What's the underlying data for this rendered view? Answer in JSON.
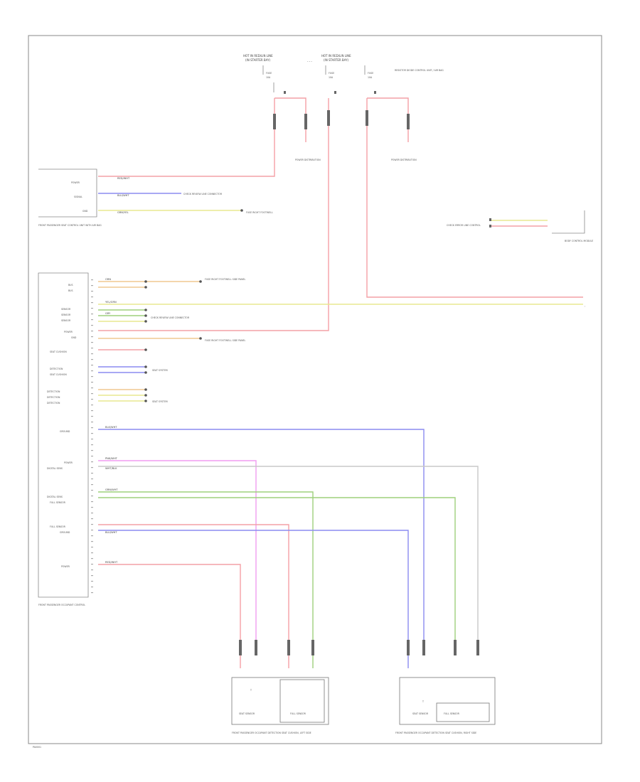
{
  "colors": {
    "red": "#f4a0a6",
    "blue": "#8c8cf0",
    "green": "#9ed07c",
    "yellow": "#e8e890",
    "orange": "#f0c890",
    "pink": "#f09cf0",
    "gray": "#c8c8c8",
    "frame": "#888888"
  },
  "top": {
    "fuse1_hdr": "HOT IN RED/LIN LINE",
    "fuse1_sub": "(IN STARTER BAY)",
    "fuse2_hdr": "HOT IN RED/LIN LINE",
    "fuse2_sub": "(IN STARTER BAY)",
    "fuse1_name": "FUSE",
    "fuse1_amp": "10A",
    "fuse2_name": "FUSE",
    "fuse2_amp": "10A",
    "fuse3_name": "FUSE",
    "fuse3_amp": "10A",
    "fuse3_note": "RESISTOR DIODE CONTROL UNIT / AIR BAG",
    "ground1": "POWER DISTRIBUTION",
    "ground2": "POWER DISTRIBUTION"
  },
  "upper_module": {
    "name": "FRONT PASSENGER SEAT CONTROL UNIT WITH AIR BAG",
    "pins": [
      "POWER",
      "SIGNAL",
      "GND"
    ]
  },
  "upper_right": {
    "label": "CHECK ERROR LINE CONTROL",
    "end": "BODY CONTROL MODULE"
  },
  "main_module": {
    "name": "FRONT PASSENGER OCCUPANT CONTROL",
    "labels": [
      "BUS",
      "BUS",
      "SENSOR",
      "SENSOR",
      "SENSOR",
      "POWER",
      "GND",
      "SEAT CUSHION",
      "DETECTION",
      "SEAT CUSHION",
      "DETECTION",
      "DETECTION",
      "DETECTION",
      "GROUND",
      "POWER",
      "DIGITAL SENS",
      "DIGITAL SENS",
      "FULL SENSOR",
      "FULL SENSOR",
      "GROUND",
      "POWER"
    ]
  },
  "wire_labels": {
    "w1": "RED/WHT",
    "w2": "BLU/WHT",
    "w3": "GRN/YEL",
    "w4": "ORN",
    "w5": "YEL/GRN",
    "w6": "GRY",
    "w7": "BLK/WHT",
    "w8": "PNK/WHT",
    "w9": "WHT/BLK",
    "w10": "GRN/WHT",
    "w11": "BLU/WHT",
    "w12": "RED/WHT"
  },
  "notes": {
    "n1": "CHECK REVIEW LINE CONNECTOR",
    "n2": "FUSE RIGHT FOOTWELL",
    "n3": "FUSE RIGHT FOOTWELL SIDE PANEL",
    "n4": "CHECK REVIEW LINE CONNECTOR",
    "n5": "FUSE RIGHT FOOTWELL SIDE PANEL",
    "n6": "SEAT SYSTEM",
    "n7": "SEAT SYSTEM"
  },
  "bottom": {
    "left_box_title": "FRONT PASSENGER OCCUPANT DETECTION SEAT CUSHION, LEFT SIDE",
    "left_sub1": "SEAT SENSOR",
    "left_sub2": "FULL SENSOR",
    "right_box_title": "FRONT PASSENGER OCCUPANT DETECTION SEAT CUSHION, RIGHT SIDE",
    "right_sub1": "SEAT SENSOR",
    "right_sub2": "FULL SENSOR"
  },
  "footer": {
    "code": "PA0001"
  }
}
